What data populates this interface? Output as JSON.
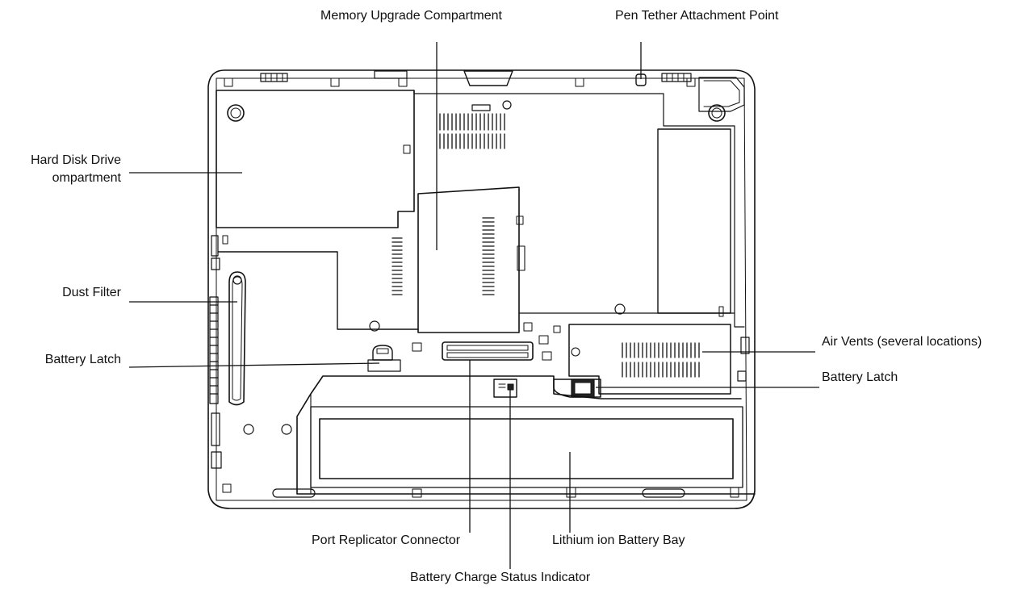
{
  "diagram": {
    "labels": {
      "memory_upgrade": "Memory Upgrade Compartment",
      "pen_tether": "Pen Tether Attachment Point",
      "hard_disk_line1": "Hard Disk Drive",
      "hard_disk_line2": "ompartment",
      "dust_filter": "Dust Filter",
      "battery_latch_left": "Battery Latch",
      "air_vents": "Air Vents (several locations)",
      "battery_latch_right": "Battery Latch",
      "port_replicator": "Port Replicator Connector",
      "lithium_battery_bay": "Lithium ion Battery Bay",
      "battery_charge_status": "Battery Charge Status Indicator"
    },
    "colors": {
      "line": "#111111",
      "background": "#ffffff"
    }
  }
}
